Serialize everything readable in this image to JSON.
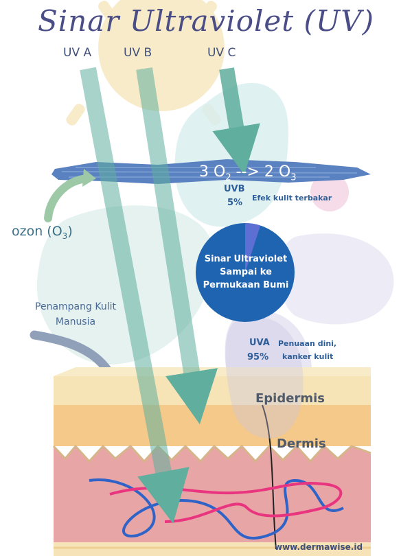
{
  "title": "Sinar Ultraviolet (UV)",
  "uv_types": [
    "UV A",
    "UV B",
    "UV C"
  ],
  "reaction": {
    "left": "3 O",
    "left_sub": "2",
    "arrow": " --> 2 O",
    "right_sub": "3"
  },
  "ozone_label": {
    "text": "ozon (O",
    "sub": "3",
    "close": ")"
  },
  "uvb": {
    "label": "UVB",
    "percent": "5%",
    "effect": "Efek kulit terbakar"
  },
  "pie": {
    "center_text": "Sinar Ultraviolet Sampai ke Permukaan Bumi",
    "uvb_fraction": 0.05,
    "uva_fraction": 0.95
  },
  "uva": {
    "label": "UVA",
    "percent": "95%",
    "effect_line1": "Penuaan dini,",
    "effect_line2": "kanker kulit"
  },
  "skin_label": "Penampang Kulit Manusia",
  "layers": {
    "epidermis": "Epidermis",
    "dermis": "Dermis"
  },
  "website": "www.dermawise.id",
  "colors": {
    "title": "#4a4d86",
    "arrow_teal": "#5fae9e",
    "ozone_band": "#5b82c0",
    "pie_blue": "#1f64b0",
    "pie_slice": "#5d6fd3",
    "skin_top": "#f6e3b6",
    "skin_mid": "#f5c98a",
    "skin_dermis": "#e7a6a5",
    "fiber_blue": "#2f63c8",
    "fiber_pink": "#e9357f"
  }
}
